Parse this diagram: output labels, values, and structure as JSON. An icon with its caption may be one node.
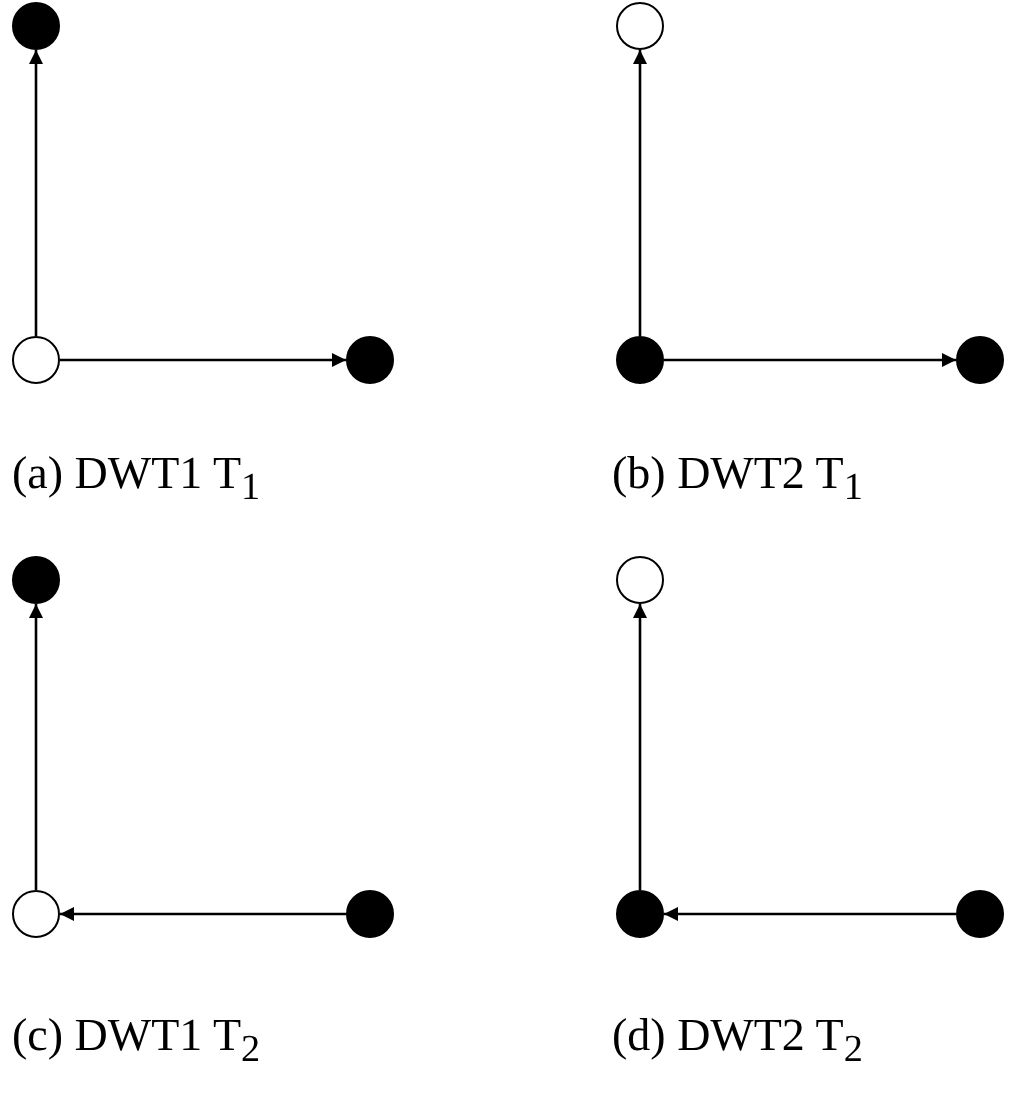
{
  "diagram": {
    "nodes": [
      {
        "text": [],
        "shape": "circle"
      },
      {
        "text": [],
        "shape": "circle"
      },
      {
        "text": [],
        "shape": "circle"
      },
      {
        "text": [],
        "shape": "circle"
      },
      {
        "text": [],
        "shape": "circle"
      },
      {
        "text": [],
        "shape": "circle"
      },
      {
        "text": [],
        "shape": "circle"
      },
      {
        "text": [],
        "shape": "circle"
      },
      {
        "text": [],
        "shape": "circle"
      },
      {
        "text": [],
        "shape": "circle"
      },
      {
        "text": [],
        "shape": "circle"
      },
      {
        "text": [],
        "shape": "circle"
      }
    ],
    "edges": [
      {
        "from": 1,
        "to": 0,
        "arrow": "to"
      },
      {
        "from": 1,
        "to": 2,
        "arrow": "to"
      },
      {
        "from": 4,
        "to": 3,
        "arrow": "to"
      },
      {
        "from": 4,
        "to": 5,
        "arrow": "to"
      },
      {
        "from": 7,
        "to": 6,
        "arrow": "to"
      },
      {
        "from": 8,
        "to": 7,
        "arrow": "to"
      },
      {
        "from": 10,
        "to": 9,
        "arrow": "to"
      },
      {
        "from": 11,
        "to": 10,
        "arrow": "to"
      }
    ],
    "labels": [
      "(a) DWT1 T$_{1}$",
      "(b) DWT2 T$_{1}$",
      "(c) DWT1 T$_{2}$",
      "(d) DWT2 T$_{2}$"
    ]
  }
}
